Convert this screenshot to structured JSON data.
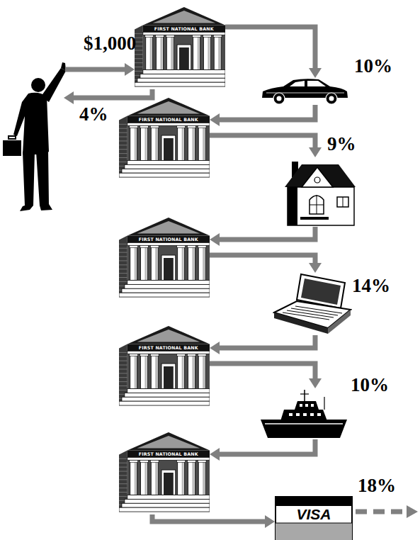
{
  "diagram": {
    "nodes": [
      {
        "text": [
          "FIRST NATIONAL BANK"
        ]
      },
      {
        "text": [
          "10%"
        ]
      },
      {
        "text": [
          "FIRST NATIONAL BANK"
        ]
      },
      {
        "text": [
          "9%"
        ]
      },
      {
        "text": [
          "FIRST NATIONAL BANK"
        ]
      },
      {
        "text": [
          "14%"
        ]
      },
      {
        "text": [
          "FIRST NATIONAL BANK"
        ]
      },
      {
        "text": [
          "10%"
        ]
      },
      {
        "text": [
          "FIRST NATIONAL BANK"
        ]
      },
      {
        "text": [
          "VISA",
          "18%"
        ]
      }
    ],
    "edges": [
      {
        "from": 0,
        "to": 1,
        "arrow": "to"
      },
      {
        "from": 1,
        "to": 2,
        "arrow": "to"
      },
      {
        "from": 2,
        "to": 3,
        "arrow": "to"
      },
      {
        "from": 3,
        "to": 4,
        "arrow": "to"
      },
      {
        "from": 4,
        "to": 5,
        "arrow": "to"
      },
      {
        "from": 5,
        "to": 6,
        "arrow": "to"
      },
      {
        "from": 6,
        "to": 7,
        "arrow": "to"
      },
      {
        "from": 7,
        "to": 8,
        "arrow": "to"
      },
      {
        "from": 8,
        "to": 9,
        "arrow": "to"
      }
    ],
    "labels": [
      "$1,000",
      "4%"
    ]
  }
}
